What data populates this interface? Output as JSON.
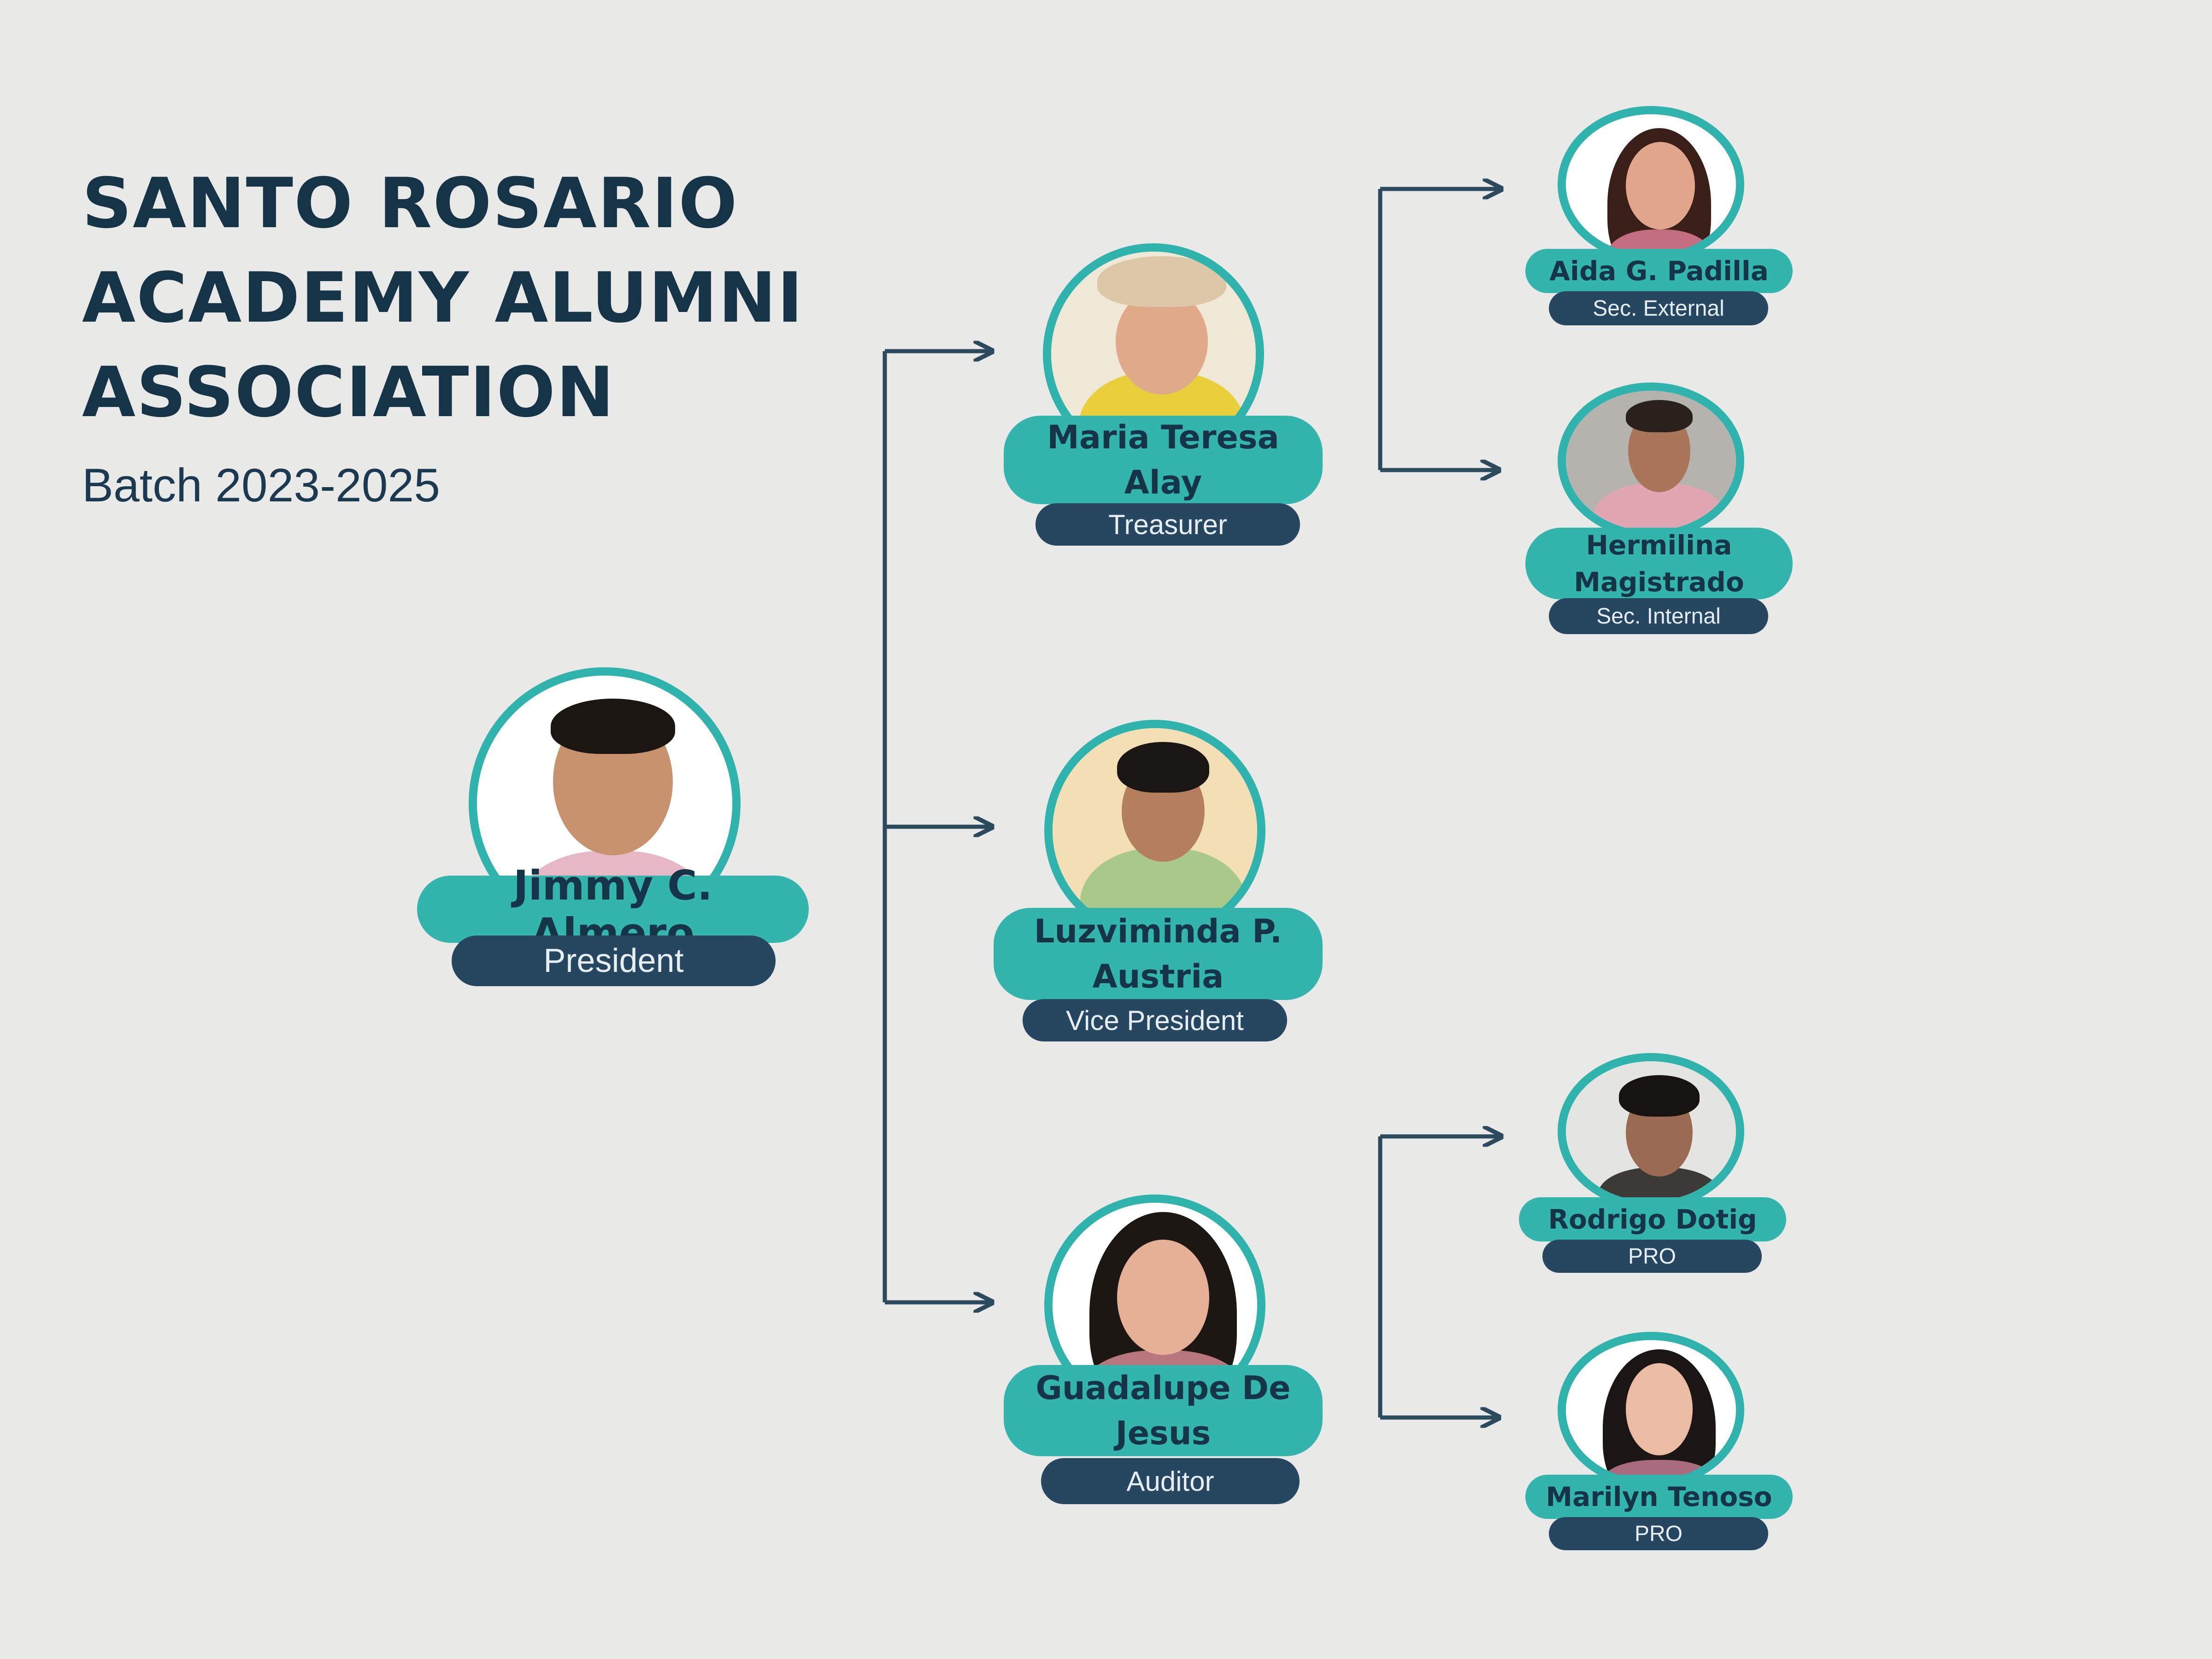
{
  "title_lines": [
    "SANTO ROSARIO",
    "ACADEMY ALUMNI",
    "ASSOCIATION"
  ],
  "subtitle": "Batch 2023-2025",
  "colors": {
    "background": "#e9e9e7",
    "teal": "#33b5ae",
    "navy": "#26475f",
    "title": "#163448",
    "connector": "#2c4a5e"
  },
  "members": {
    "president": {
      "name": "Jimmy C. Almero",
      "role": "President"
    },
    "treasurer": {
      "name": "Maria Teresa Alay",
      "role": "Treasurer"
    },
    "vice_president": {
      "name": "Luzviminda P. Austria",
      "role": "Vice President"
    },
    "auditor": {
      "name": "Guadalupe De Jesus",
      "role": "Auditor"
    },
    "sec_external": {
      "name": "Aida G. Padilla",
      "role": "Sec. External"
    },
    "sec_internal": {
      "name": "Hermilina Magistrado",
      "role": "Sec. Internal"
    },
    "pro_1": {
      "name": "Rodrigo Dotig",
      "role": "PRO"
    },
    "pro_2": {
      "name": "Marilyn Tenoso",
      "role": "PRO"
    }
  }
}
